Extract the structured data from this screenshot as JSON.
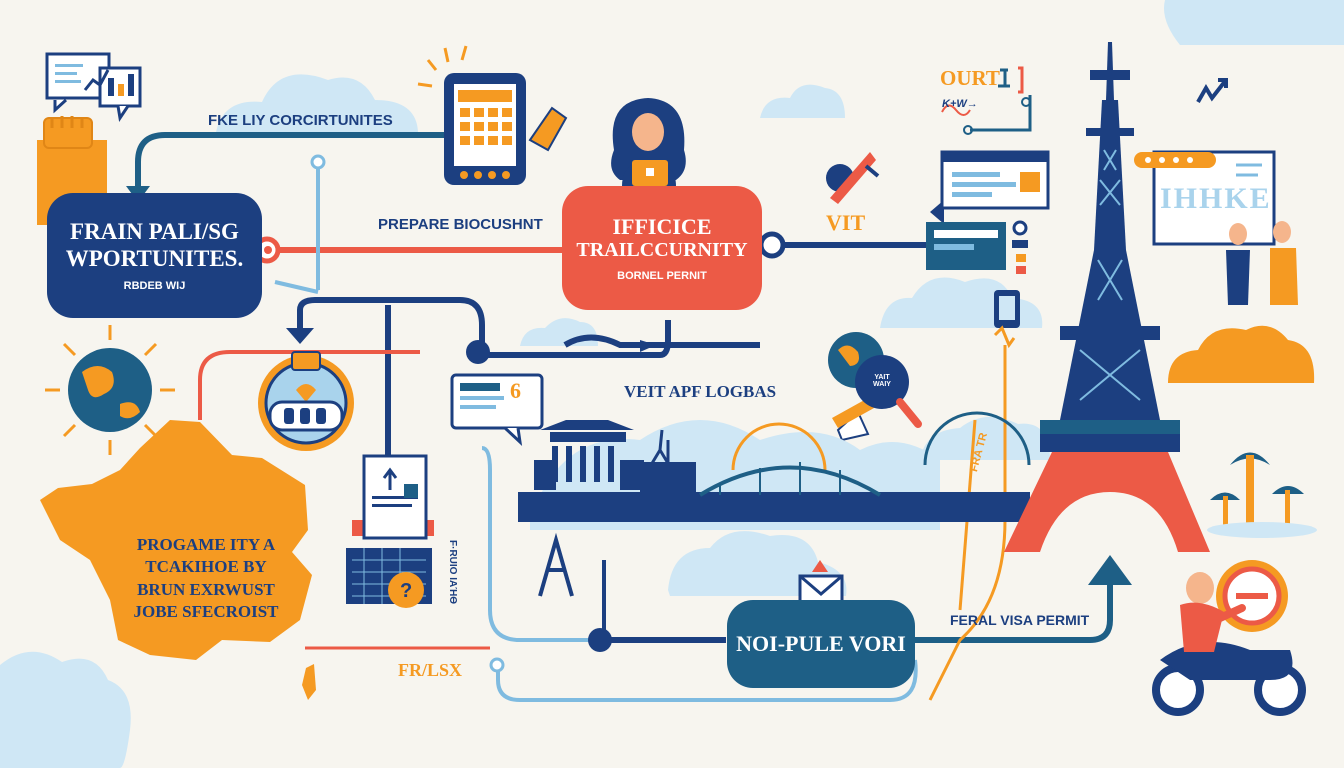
{
  "labels": {
    "top_left_caption": "FKE LIY CORCIRTUNITES",
    "prepare_document": "PREPARE BIOCUSHNT",
    "ourt": "OURT",
    "ourt_sub": "K+W→",
    "vit": "VIT",
    "veit_app": "VEIT APF LOGBAS",
    "feral_visa": "FERAL VISA PERMIT",
    "frlsx": "FR/LSX",
    "speech_number": "6",
    "magnifier_text": "YAIT WAIY",
    "vertical_text": "F·RUIO ΙΑΉӨ",
    "rail_text": "FRA TR"
  },
  "boxes": {
    "left": {
      "title_line1": "FRAIN PALI/SG",
      "title_line2": "WPORTUNITES.",
      "sub": "RBDEB WIJ"
    },
    "center": {
      "title_line1": "IFFICICE",
      "title_line2": "TRAILCCURNITY",
      "sub": "BORNEL PERNIT"
    },
    "bottom": {
      "title": "NOI-PULE VORI"
    }
  },
  "map_text": [
    "PROGAME ITY A",
    "TCAKIHOE BY",
    "BRUN EXRWUST",
    "JOBE SFECROIST"
  ],
  "whiteboard_text": "IHHKE",
  "colors": {
    "navy": "#1c3f80",
    "red": "#ec5a46",
    "orange": "#f59a22",
    "teal": "#1e5f86",
    "sky": "#a9d3ec",
    "light_sky": "#cfe7f5",
    "background": "#f7f5ef"
  }
}
